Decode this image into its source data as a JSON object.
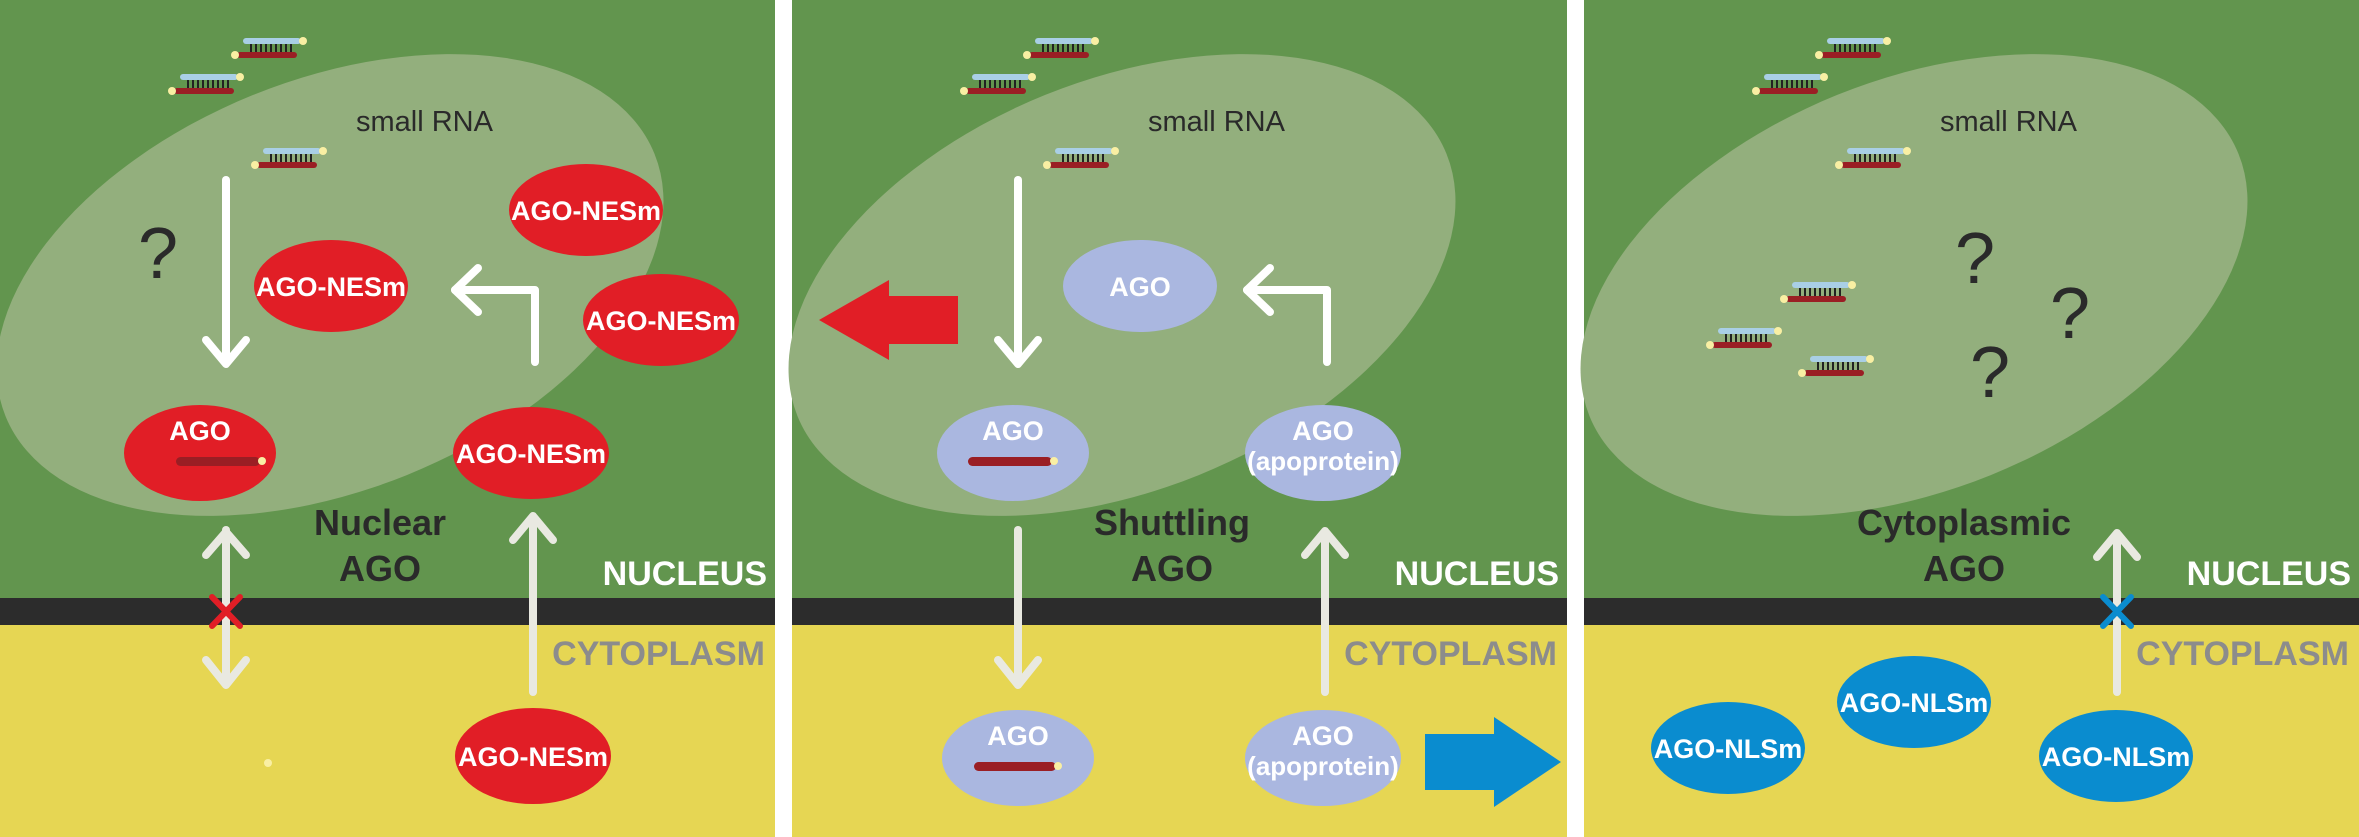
{
  "colors": {
    "nucleus_green": "#62954E",
    "nuclear_region": "#93AF7D",
    "cytoplasm_yellow": "#E6D653",
    "envelope": "#2C2C2C",
    "ago_red": "#E11E26",
    "ago_lilac": "#AAB7E0",
    "ago_blue": "#0A8CCF",
    "rna_red": "#9A1E24",
    "rna_blue": "#A9CFE6",
    "rna_tip": "#F9EFA3",
    "arrow_white": "#FFFFFF",
    "arrow_offwhite": "#E9E9E1",
    "label_white": "#FFFFFF",
    "label_grey": "#8C8C8C",
    "label_dark": "#2A2A2A",
    "block_red": "#E11E26",
    "block_blue": "#0A8CCF"
  },
  "panels": [
    {
      "title_line1": "Nuclear",
      "title_line2": "AGO",
      "small_rna": "small RNA",
      "nucleus": "NUCLEUS",
      "cytoplasm": "CYTOPLASM",
      "question": "?",
      "ago_cyto_left": "AGO-NESm",
      "ago_nuc_left": "AGO",
      "ago_nuc_right": "AGO-NESm",
      "ago_mid": "AGO-NESm",
      "ago_float1": "AGO-NESm",
      "ago_float2": "AGO-NESm"
    },
    {
      "title_line1": "Shuttling",
      "title_line2": "AGO",
      "small_rna": "small RNA",
      "nucleus": "NUCLEUS",
      "cytoplasm": "CYTOPLASM",
      "ago_top": "AGO",
      "ago_nuc_left": "AGO",
      "ago_nuc_right_line1": "AGO",
      "ago_nuc_right_line2": "(apoprotein)",
      "ago_cyto_left": "AGO",
      "ago_cyto_right_line1": "AGO",
      "ago_cyto_right_line2": "(apoprotein)"
    },
    {
      "title_line1": "Cytoplasmic",
      "title_line2": "AGO",
      "small_rna": "small RNA",
      "nucleus": "NUCLEUS",
      "cytoplasm": "CYTOPLASM",
      "question": "?",
      "ago_cyto1": "AGO-NLSm",
      "ago_cyto2": "AGO-NLSm",
      "ago_cyto3": "AGO-NLSm"
    }
  ]
}
